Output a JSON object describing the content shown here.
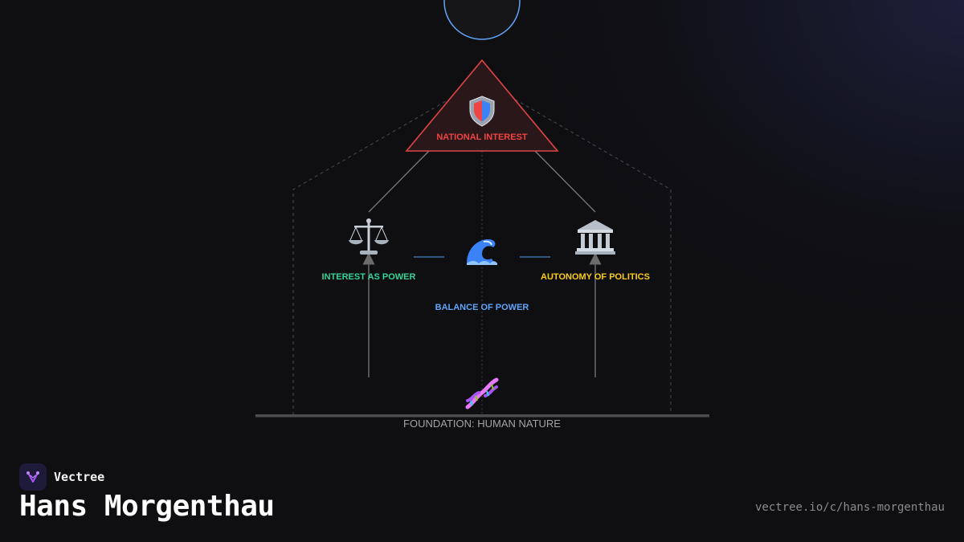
{
  "diagram": {
    "apex": {
      "label": "NATIONAL INTEREST",
      "icon": "shield",
      "color": "#ef4444"
    },
    "left_pillar": {
      "label": "INTEREST AS POWER",
      "icon": "balance-scale",
      "color": "#34d399"
    },
    "center_node": {
      "label": "BALANCE OF POWER",
      "icon": "water-wave",
      "color": "#60a5fa"
    },
    "right_pillar": {
      "label": "AUTONOMY OF POLITICS",
      "icon": "classical-building",
      "color": "#facc15"
    },
    "foundation": {
      "label": "FOUNDATION: HUMAN NATURE",
      "icon": "dna",
      "color": "#a3a3a3"
    },
    "top_circle_color": "#60a5fa"
  },
  "brand": {
    "name": "Vectree",
    "logo_color": "#a855f7"
  },
  "page": {
    "title": "Hans Morgenthau",
    "url": "vectree.io/c/hans-morgenthau"
  }
}
